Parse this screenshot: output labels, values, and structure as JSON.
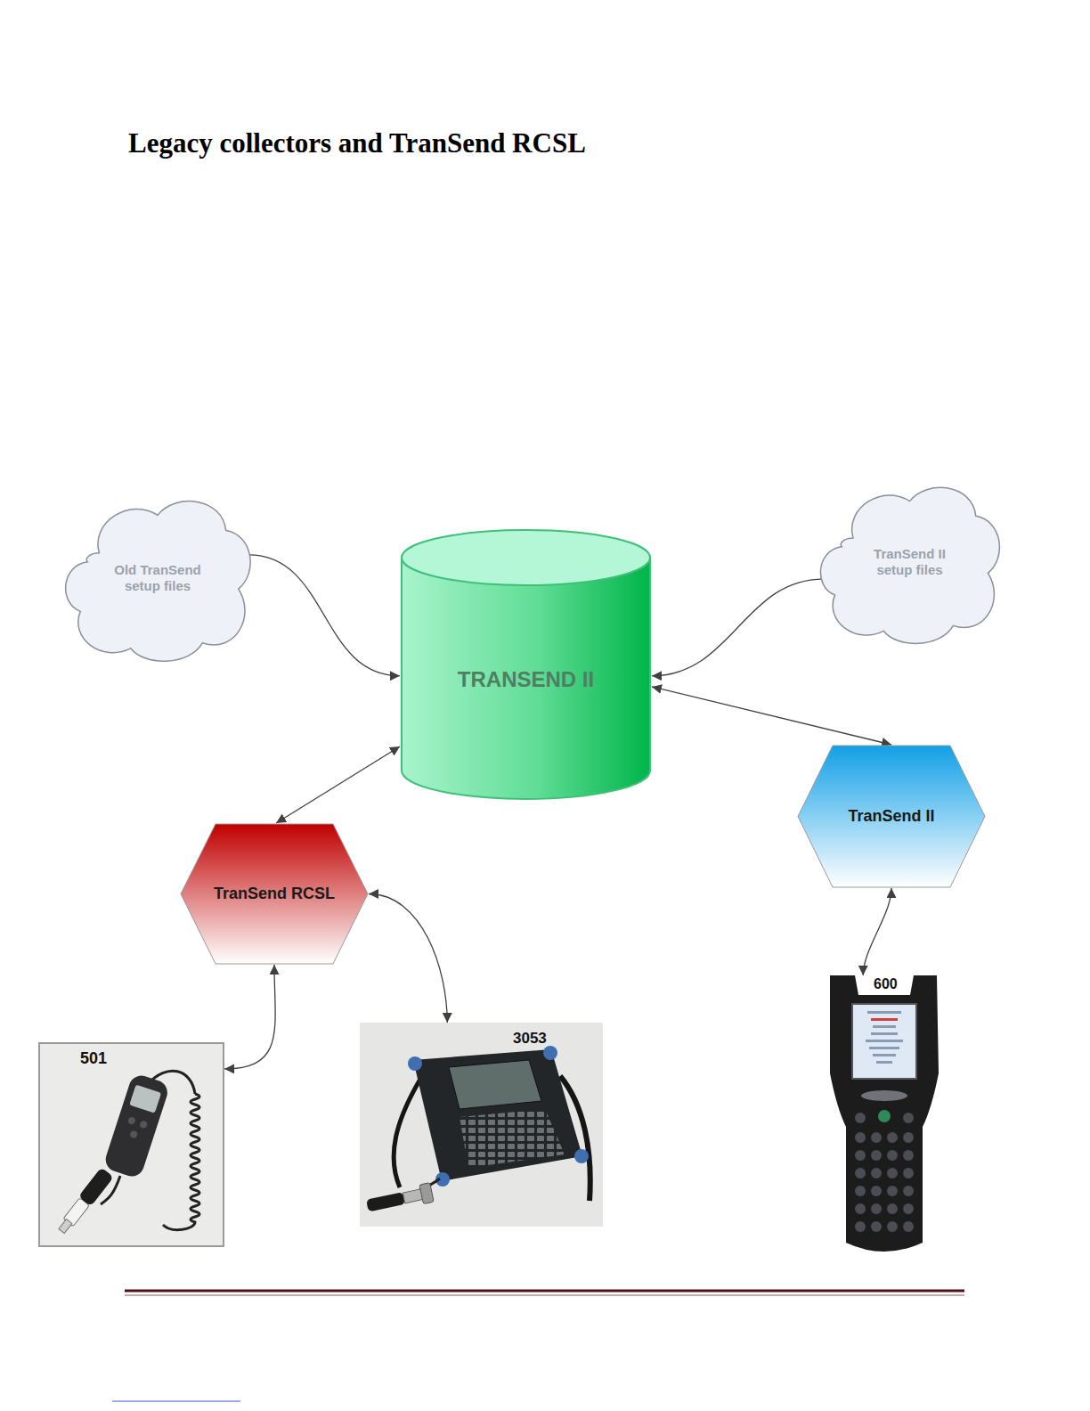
{
  "diagram": {
    "title": "Legacy collectors and TranSend RCSL",
    "nodes": [
      {
        "text": [
          "Old TranSend setup files"
        ]
      },
      {
        "text": [
          "TRANSEND II"
        ]
      },
      {
        "text": [
          "TranSend II setup files"
        ]
      },
      {
        "text": [
          "TranSend RCSL"
        ]
      },
      {
        "text": [
          "TranSend II"
        ]
      },
      {
        "text": [
          "501"
        ]
      },
      {
        "text": [
          "3053"
        ]
      },
      {
        "text": [
          "600"
        ]
      }
    ],
    "edges": [
      {
        "from": 0,
        "to": 1,
        "arrow": "to"
      },
      {
        "from": 2,
        "to": 1,
        "arrow": "to"
      },
      {
        "from": 1,
        "to": 3,
        "arrow": "both"
      },
      {
        "from": 1,
        "to": 4,
        "arrow": "both"
      },
      {
        "from": 3,
        "to": 5,
        "arrow": "both"
      },
      {
        "from": 3,
        "to": 6,
        "arrow": "both"
      },
      {
        "from": 4,
        "to": 7,
        "arrow": "both"
      }
    ]
  }
}
